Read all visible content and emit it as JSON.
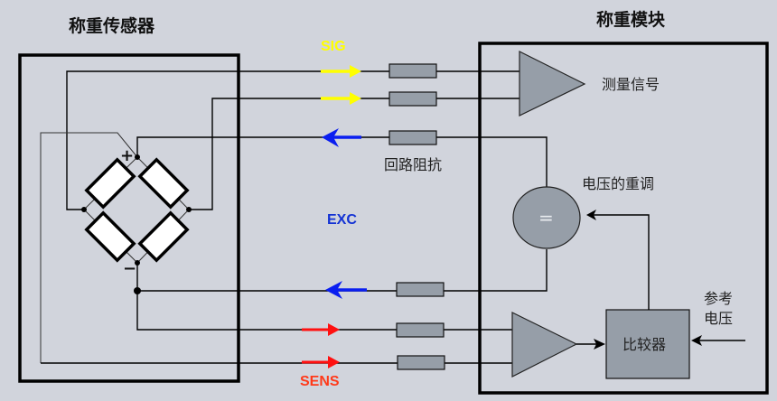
{
  "diagram": {
    "left_block": {
      "title": "称重传感器"
    },
    "right_block": {
      "title": "称重模块"
    },
    "signals": {
      "sig": {
        "label": "SIG",
        "color": "#ffff00",
        "direction": "right",
        "count": 2
      },
      "exc": {
        "label": "EXC",
        "color": "#1433d4",
        "direction": "left",
        "count": 2
      },
      "sens": {
        "label": "SENS",
        "color": "#ff2a1a",
        "direction": "right",
        "count": 2
      }
    },
    "labels": {
      "measure_signal": "测量信号",
      "loop_impedance": "回路阻抗",
      "voltage_readjust": "电压的重调",
      "comparator": "比较器",
      "reference_voltage_line1": "参考",
      "reference_voltage_line2": "电压",
      "regulator_symbol": "=",
      "plus": "+",
      "minus": "−"
    },
    "colors": {
      "background": "#d1d4dc",
      "component_fill": "#969ea8"
    }
  }
}
